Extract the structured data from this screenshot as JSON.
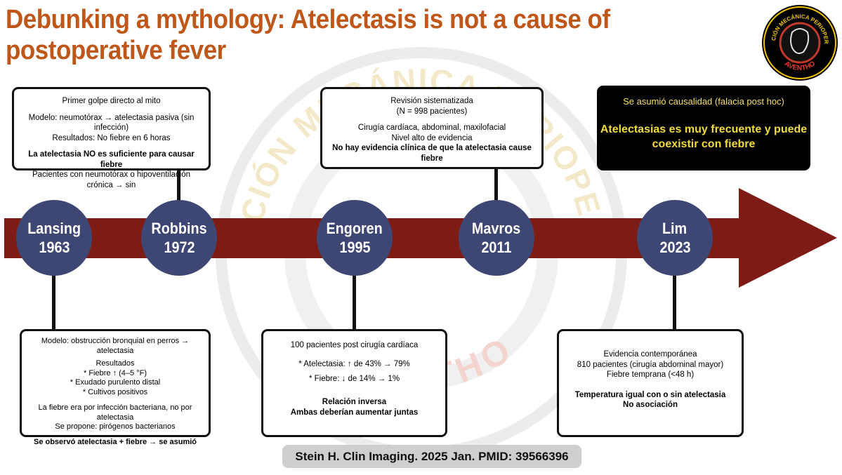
{
  "title": "Debunking a mythology: Atelectasis is not a cause of postoperative fever",
  "logo": {
    "ring_text": "VENTILACIÓN MECÁNICA PERIOPERATORIA",
    "brand": "AVENTHO"
  },
  "watermark": {
    "ring_text": "VENTILACIÓN MECÁNICA PERIOPERATORIA",
    "brand": "AVENTHO"
  },
  "nodes": [
    {
      "name": "Lansing",
      "year": "1963"
    },
    {
      "name": "Robbins",
      "year": "1972"
    },
    {
      "name": "Engoren",
      "year": "1995"
    },
    {
      "name": "Mavros",
      "year": "2011"
    },
    {
      "name": "Lim",
      "year": "2023"
    }
  ],
  "robbins_box": {
    "line1": "Primer golpe directo al mito",
    "line2": "Modelo: neumotórax → atelectasia pasiva (sin infección)",
    "line3": "Resultados: No fiebre en 6 horas",
    "bold": "La atelectasia NO es suficiente para causar fiebre",
    "line4": "Pacientes con neumotórax o hipoventilación crónica → sin"
  },
  "mavros_box": {
    "line1": "Revisión sistematizada",
    "line2": "(N = 998 pacientes)",
    "line3": "Cirugía cardíaca, abdominal, maxilofacial",
    "line4": "Nivel alto de evidencia",
    "bold": "No hay evidencia clínica de que la atelectasia cause fiebre"
  },
  "summary_box": {
    "line1": "Se asumió causalidad (falacia post hoc)",
    "bold": "Atelectasias es muy frecuente y puede coexistir con fiebre"
  },
  "lansing_box": {
    "line1": "Modelo: obstrucción bronquial en perros → atelectasia",
    "line2": "Resultados",
    "line3": "* Fiebre ↑ (4–5 °F)",
    "line4": "* Exudado purulento distal",
    "line5": "* Cultivos positivos",
    "line6": "La fiebre era por infección bacteriana, no por atelectasia",
    "line7": "Se propone: pirógenos bacterianos",
    "bold": "Se observó atelectasia + fiebre → se asumió"
  },
  "engoren_box": {
    "line1": "100 pacientes post cirugía cardíaca",
    "line2": "* Atelectasia: ↑ de 43% → 79%",
    "line3": "* Fiebre: ↓ de 14% → 1%",
    "bold1": "Relación inversa",
    "bold2": "Ambas deberían aumentar juntas"
  },
  "lim_box": {
    "line1": "Evidencia contemporánea",
    "line2": "810 pacientes (cirugía abdominal mayor)",
    "line3": "Fiebre temprana (<48 h)",
    "bold1": "Temperatura igual con o sin atelectasia",
    "bold2": "No asociación"
  },
  "citation": "Stein H. Clin Imaging. 2025 Jan. PMID: 39566396",
  "colors": {
    "title": "#c0571a",
    "arrow": "#7e1b15",
    "node": "#3e4674",
    "highlight": "#f2db3c"
  }
}
